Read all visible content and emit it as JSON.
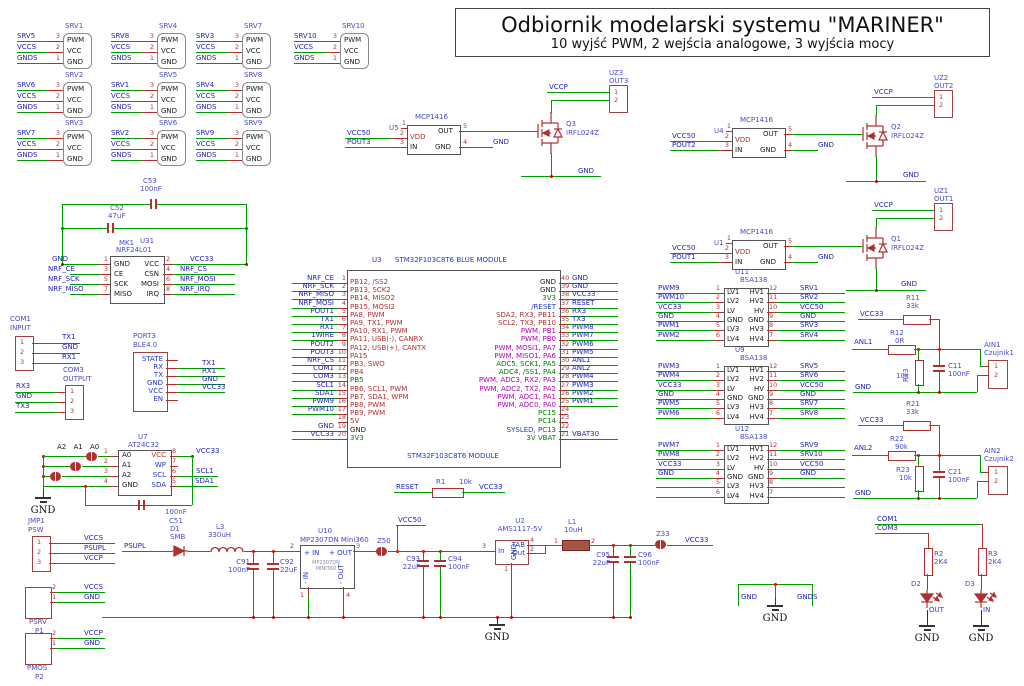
{
  "title_block": {
    "title": "Odbiornik modelarski systemu \"MARINER\"",
    "subtitle": "10 wyjść PWM, 2 wejścia analogowe, 3 wyjścia mocy"
  },
  "colors": {
    "wire": "#009b00",
    "pin_stub": "#b03030",
    "net_label": "#2121bd",
    "name_label": "#4949cc",
    "module_outline": "#555555",
    "connector_outline": "#a04040",
    "junction": "#d00000"
  },
  "servo": {
    "pin_labels": [
      "PWM",
      "VCC",
      "GND"
    ],
    "pin_numbers": [
      "3",
      "2",
      "1"
    ],
    "connectors": [
      {
        "ref": "SRV1",
        "nets": [
          "SRV5",
          "VCCS",
          "GNDS"
        ]
      },
      {
        "ref": "SRV4",
        "nets": [
          "SRV8",
          "VCCS",
          "GNDS"
        ]
      },
      {
        "ref": "SRV7",
        "nets": [
          "SRV3",
          "VCCS",
          "GNDS"
        ]
      },
      {
        "ref": "SRV10",
        "nets": [
          "SRV10",
          "VCCS",
          "GNDS"
        ]
      },
      {
        "ref": "SRV2",
        "nets": [
          "SRV6",
          "VCCS",
          "GNDS"
        ]
      },
      {
        "ref": "SRV5",
        "nets": [
          "SRV1",
          "VCCS",
          "GNDS"
        ]
      },
      {
        "ref": "SRV8",
        "nets": [
          "SRV4",
          "VCCS",
          "GNDS"
        ]
      },
      {
        "ref": "SRV3",
        "nets": [
          "SRV7",
          "VCCS",
          "GNDS"
        ]
      },
      {
        "ref": "SRV6",
        "nets": [
          "SRV2",
          "VCCS",
          "GNDS"
        ]
      },
      {
        "ref": "SRV9",
        "nets": [
          "SRV9",
          "VCCS",
          "GNDS"
        ]
      }
    ]
  },
  "drivers": {
    "part": "MCP1416",
    "mosfet_part": "IRFL024Z",
    "pin_names": {
      "vdd": "VDD",
      "in": "IN",
      "out": "OUT",
      "gnd": "GND"
    },
    "pin_numbers": {
      "nc": "1",
      "vdd": "2",
      "in": "3",
      "gnd": "4",
      "out": "5"
    },
    "vccp_net": "VCCP",
    "gnd_net": "GND",
    "vcc_net": "VCC50",
    "conn_pins": [
      "1",
      "2"
    ],
    "units": [
      {
        "ref": "U5",
        "in_net": "POUT3",
        "q_ref": "Q3",
        "conn_ref": "UZ3",
        "conn_name": "OUT3"
      },
      {
        "ref": "U4",
        "in_net": "POUT2",
        "q_ref": "Q2",
        "conn_ref": "UZ2",
        "conn_name": "OUT2"
      },
      {
        "ref": "U1",
        "in_net": "POUT1",
        "q_ref": "Q1",
        "conn_ref": "UZ1",
        "conn_name": "OUT1"
      }
    ]
  },
  "nrf": {
    "caps": [
      {
        "ref": "C53",
        "value": "100nF"
      },
      {
        "ref": "C52",
        "value": "47uF"
      }
    ],
    "refs": {
      "module": "MK1",
      "ic": "U31"
    },
    "part": "NRF24L01",
    "left_pins": [
      {
        "num": "1",
        "name": "GND",
        "net": "GND"
      },
      {
        "num": "3",
        "name": "CE",
        "net": "NRF_CE"
      },
      {
        "num": "5",
        "name": "SCK",
        "net": "NRF_SCK"
      },
      {
        "num": "7",
        "name": "MISO",
        "net": "NRF_MISO"
      }
    ],
    "right_pins": [
      {
        "num": "2",
        "name": "VCC",
        "net": "VCC33"
      },
      {
        "num": "4",
        "name": "CSN",
        "net": "NRF_CS"
      },
      {
        "num": "6",
        "name": "MOSI",
        "net": "NRF_MOSI"
      },
      {
        "num": "8",
        "name": "IRQ",
        "net": "NRF_IRQ"
      }
    ]
  },
  "stm32": {
    "ref": "U3",
    "title": "STM32F103C8T6 BLUE MODULE",
    "bottom_label": "STM32F103C8T6 MODULE",
    "left_pins": [
      {
        "num": "1",
        "name": "PB12, /SS2",
        "color": "red",
        "net": "NRF_CE"
      },
      {
        "num": "2",
        "name": "PB13, SCK2",
        "color": "red",
        "net": "NRF_SCK"
      },
      {
        "num": "3",
        "name": "PB14, MISO2",
        "color": "red",
        "net": "NRF_MISO"
      },
      {
        "num": "4",
        "name": "PB15, MOSI2",
        "color": "red",
        "net": "NRF_MOSI"
      },
      {
        "num": "5",
        "name": "PA8, PWM",
        "color": "red",
        "net": "POUT1"
      },
      {
        "num": "6",
        "name": "PA9, TX1, PWM",
        "color": "red",
        "net": "TX1"
      },
      {
        "num": "7",
        "name": "PA10, RX1, PWM",
        "color": "red",
        "net": "RX1"
      },
      {
        "num": "8",
        "name": "PA11, USB(-), CANRX",
        "color": "red",
        "net": "1WIRE"
      },
      {
        "num": "9",
        "name": "PA12, USB(+), CANTX",
        "color": "red",
        "net": "POUT2"
      },
      {
        "num": "10",
        "name": "PA15",
        "color": "red",
        "net": "POUT3"
      },
      {
        "num": "11",
        "name": "PB3, SWO",
        "color": "red",
        "net": "NRF_CS"
      },
      {
        "num": "12",
        "name": "PB4",
        "color": "red",
        "net": "COM1"
      },
      {
        "num": "13",
        "name": "PB5",
        "color": "green",
        "net": "COM3"
      },
      {
        "num": "14",
        "name": "PB6, SCL1, PWM",
        "color": "red",
        "net": "SCL1"
      },
      {
        "num": "15",
        "name": "PB7, SDA1, WPM",
        "color": "red",
        "net": "SDA1"
      },
      {
        "num": "16",
        "name": "PB8, PWM",
        "color": "red",
        "net": "PWM9"
      },
      {
        "num": "17",
        "name": "PB9, PWM",
        "color": "red",
        "net": "PWM10"
      },
      {
        "num": "18",
        "name": "5V",
        "color": "red",
        "net": ""
      },
      {
        "num": "19",
        "name": "GND",
        "color": "black",
        "net": "GND"
      },
      {
        "num": "20",
        "name": "3V3",
        "color": "green",
        "net": "VCC33"
      }
    ],
    "right_pins": [
      {
        "num": "40",
        "name": "GND",
        "color": "black",
        "net": "GND"
      },
      {
        "num": "39",
        "name": "GND",
        "color": "black",
        "net": "GND"
      },
      {
        "num": "38",
        "name": "3V3",
        "color": "green",
        "net": "VCC33"
      },
      {
        "num": "37",
        "name": "/RESET",
        "color": "blue",
        "net": "RESET"
      },
      {
        "num": "36",
        "name": "SDA2, RX3, PB11",
        "color": "red",
        "net": "RX3"
      },
      {
        "num": "35",
        "name": "SCL2, TX3, PB10",
        "color": "red",
        "net": "TX3"
      },
      {
        "num": "34",
        "name": "PWM, PB1",
        "color": "magenta",
        "net": "PWM8"
      },
      {
        "num": "33",
        "name": "PWM, PB0",
        "color": "magenta",
        "net": "PWM7"
      },
      {
        "num": "32",
        "name": "PWM, MOSI1, PA7",
        "color": "magenta",
        "net": "PWM6"
      },
      {
        "num": "31",
        "name": "PWM, MISO1, PA6",
        "color": "magenta",
        "net": "PWM5"
      },
      {
        "num": "30",
        "name": "ADC5, SCK1, PA5",
        "color": "green",
        "net": "ANL1"
      },
      {
        "num": "29",
        "name": "ADC4, /SS1, PA4",
        "color": "green",
        "net": "ANL2"
      },
      {
        "num": "28",
        "name": "PWM, ADC3, RX2, PA3",
        "color": "magenta",
        "net": "PWM4"
      },
      {
        "num": "27",
        "name": "PWM, ADC2, TX2, PA2",
        "color": "magenta",
        "net": "PWM3"
      },
      {
        "num": "26",
        "name": "PWM, ADC1, PA1",
        "color": "magenta",
        "net": "PWM2"
      },
      {
        "num": "25",
        "name": "PWM, ADC0, PA0",
        "color": "magenta",
        "net": "PWM1"
      },
      {
        "num": "24",
        "name": "PC15",
        "color": "green",
        "net": ""
      },
      {
        "num": "23",
        "name": "PC14",
        "color": "green",
        "net": ""
      },
      {
        "num": "22",
        "name": "SYSLED, PC13",
        "color": "blue",
        "net": ""
      },
      {
        "num": "21",
        "name": "3V VBAT",
        "color": "green",
        "net": "VBAT30"
      }
    ]
  },
  "reset_row": {
    "left_net": "RESET",
    "ref": "R1",
    "value": "10k",
    "right_net": "VCC33"
  },
  "io": {
    "com1": {
      "ref": "COM1",
      "label": "INPUT",
      "pins": [
        "1",
        "2",
        "3"
      ],
      "nets": [
        "TX1",
        "GND",
        "RX1"
      ]
    },
    "com3": {
      "ref": "COM3",
      "label": "OUTPUT",
      "pins": [
        "1",
        "2",
        "3"
      ],
      "nets": [
        "RX3",
        "GND",
        "TX3"
      ]
    },
    "port3": {
      "ref": "PORT3",
      "part": "BLE4.0",
      "pins": [
        "STATE",
        "RX",
        "TX",
        "GND",
        "VCC",
        "EN"
      ],
      "nets": [
        "",
        "TX1",
        "RX1",
        "GND",
        "VCC33",
        ""
      ]
    }
  },
  "eeprom": {
    "ref": "U7",
    "part": "AT24C32",
    "jumpers": [
      "A2",
      "A1",
      "A0"
    ],
    "left_pins": [
      {
        "num": "1",
        "name": "A0"
      },
      {
        "num": "2",
        "name": "A1"
      },
      {
        "num": "3",
        "name": "A2"
      },
      {
        "num": "4",
        "name": "GND"
      }
    ],
    "right_pins": [
      {
        "num": "8",
        "name": "VCC",
        "net": "VCC33"
      },
      {
        "num": "7",
        "name": "WP",
        "net": ""
      },
      {
        "num": "6",
        "name": "SCL",
        "net": "SCL1"
      },
      {
        "num": "5",
        "name": "SDA",
        "net": "SDA1"
      }
    ],
    "cap": {
      "ref": "C51",
      "value": "100nF"
    },
    "gnd": "GND"
  },
  "bottom_left": {
    "jmp": {
      "ref": "JMP1",
      "name": "PSW",
      "pins": [
        "1",
        "2",
        "3"
      ],
      "nets": [
        "VCCS",
        "PSUPL",
        "VCCP"
      ]
    },
    "psrv": {
      "ref": "PSRV",
      "name": "P1",
      "pins": [
        "2",
        "1"
      ],
      "nets": [
        "VCCS",
        "GND"
      ]
    },
    "pmos": {
      "ref": "PMOS",
      "name": "P2",
      "pins": [
        "2",
        "1"
      ],
      "nets": [
        "VCCP",
        "GND"
      ]
    }
  },
  "power": {
    "input_net": "PSUPL",
    "d1": {
      "ref": "D1",
      "part": "SMB"
    },
    "l3": {
      "ref": "L3",
      "value": "330uH"
    },
    "c91": {
      "ref": "C91",
      "value": "100nF"
    },
    "c92": {
      "ref": "C92",
      "value": "22uF"
    },
    "u10": {
      "ref": "U10",
      "part": "MP2307DN Mini360",
      "pin_in": "+ IN",
      "pin_out": "+ OUT",
      "pin_nin": "- IN",
      "pin_nout": "- OUT",
      "inner": [
        "MP2307DN",
        "MINI360"
      ],
      "nums": {
        "in": "2",
        "out": "3",
        "nin": "1",
        "nout": "4"
      }
    },
    "z50": "Z50",
    "vcc50_net": "VCC50",
    "c93": {
      "ref": "C93",
      "value": "22uF"
    },
    "c94": {
      "ref": "C94",
      "value": "100nF"
    },
    "u2": {
      "ref": "U2",
      "part": "AMS1117-5V",
      "pin_in": "In",
      "pin_gnd": "GND",
      "pin_tab": "TAB",
      "pin_out": "Out",
      "nums": {
        "in": "3",
        "gnd": "1",
        "tab": "4",
        "out": "2"
      }
    },
    "l1": {
      "ref": "L1",
      "value": "10uH",
      "nums": [
        "1",
        "2"
      ]
    },
    "c95": {
      "ref": "C95",
      "value": "22uF"
    },
    "c96": {
      "ref": "C96",
      "value": "100nF"
    },
    "z33": "Z33",
    "vcc33_net": "VCC33",
    "gnd_label": "GND",
    "gnd_bracket": {
      "left": "GND",
      "right": "GNDS",
      "center": "GND"
    }
  },
  "bsa": {
    "part": "BSA138",
    "left_pin_names": [
      "LV1",
      "LV2",
      "LV",
      "GND",
      "LV3",
      "LV4"
    ],
    "right_pin_names": [
      "HV1",
      "HV2",
      "HV",
      "GND",
      "HV3",
      "HV4"
    ],
    "left_pin_numbers": [
      "1",
      "2",
      "3",
      "4",
      "5",
      "6"
    ],
    "right_pin_numbers": [
      "12",
      "11",
      "10",
      "9",
      "8",
      "7"
    ],
    "units": [
      {
        "ref": "U11",
        "left_nets": [
          "PWM9",
          "PWM10",
          "VCC33",
          "GND",
          "PWM1",
          "PWM2"
        ],
        "right_nets": [
          "SRV1",
          "SRV2",
          "VCC50",
          "GND",
          "SRV3",
          "SRV4"
        ]
      },
      {
        "ref": "U9",
        "left_nets": [
          "PWM3",
          "PWM4",
          "VCC33",
          "GND",
          "PWM5",
          "PWM6"
        ],
        "right_nets": [
          "SRV5",
          "SRV6",
          "VCC50",
          "GND",
          "SRV7",
          "SRV8"
        ]
      },
      {
        "ref": "U12",
        "left_nets": [
          "PWM7",
          "PWM8",
          "VCC33",
          "GND",
          "",
          ""
        ],
        "right_nets": [
          "SRV9",
          "SRV10",
          "VCC50",
          "GND",
          "",
          ""
        ]
      }
    ]
  },
  "analog": {
    "units": [
      {
        "r_top": {
          "ref": "R11",
          "value": "33k"
        },
        "vcc_net": "VCC33",
        "r_mid": {
          "ref": "R12",
          "value": "0R"
        },
        "in_net": "ANL1",
        "r_down": {
          "ref": "R13",
          "value": "10k"
        },
        "cap": {
          "ref": "C11",
          "value": "100nF"
        },
        "gnd_net": "GND",
        "conn": {
          "ref": "AIN1",
          "name": "Czujnik1",
          "pins": [
            "1",
            "2"
          ]
        }
      },
      {
        "r_top": {
          "ref": "R21",
          "value": "33k"
        },
        "vcc_net": "VCC33",
        "r_mid": {
          "ref": "R22",
          "value": "90k"
        },
        "in_net": "ANL2",
        "r_down": {
          "ref": "R23",
          "value": "10k"
        },
        "cap": {
          "ref": "C21",
          "value": "100nF"
        },
        "gnd_net": "GND",
        "conn": {
          "ref": "AIN2",
          "name": "Czujnik2",
          "pins": [
            "1",
            "2"
          ]
        }
      }
    ]
  },
  "leds": {
    "nets": [
      "COM1",
      "COM3"
    ],
    "branches": [
      {
        "res": {
          "ref": "R2",
          "value": "2K4"
        },
        "led_ref": "D2",
        "label": "OUT",
        "gnd": "GND"
      },
      {
        "res": {
          "ref": "R3",
          "value": "2K4"
        },
        "led_ref": "D3",
        "label": "IN",
        "gnd": "GND"
      }
    ]
  }
}
